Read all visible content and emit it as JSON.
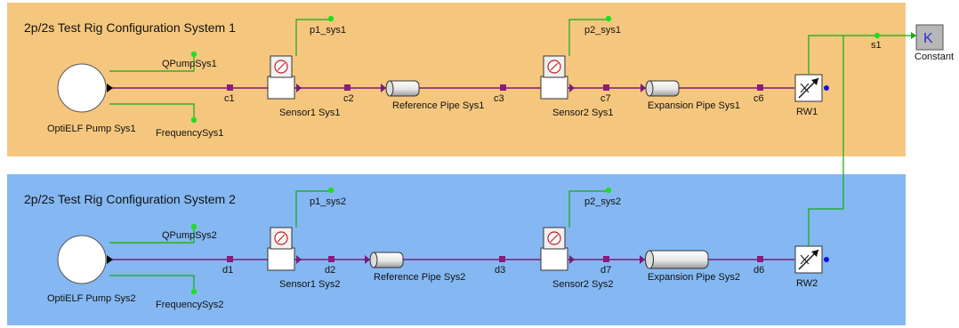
{
  "systems": [
    {
      "title": "2p/2s Test Rig Configuration System 1",
      "background": "#f5c77e",
      "pump_label": "OptiELF Pump Sys1",
      "q_label": "QPumpSys1",
      "freq_label": "FrequencySys1",
      "sensor1_label": "Sensor1 Sys1",
      "sensor1_signal": "p1_sys1",
      "sensor2_label": "Sensor2 Sys1",
      "sensor2_signal": "p2_sys1",
      "ref_pipe_label": "Reference Pipe Sys1",
      "exp_pipe_label": "Expansion Pipe Sys1",
      "valve_label": "RW1",
      "connectors": [
        "c1",
        "c2",
        "c3",
        "c7",
        "c6"
      ]
    },
    {
      "title": "2p/2s Test Rig Configuration System 2",
      "background": "#85b8f2",
      "pump_label": "OptiELF Pump Sys2",
      "q_label": "QPumpSys2",
      "freq_label": "FrequencySys2",
      "sensor1_label": "Sensor1 Sys2",
      "sensor1_signal": "p1_sys2",
      "sensor2_label": "Sensor2 Sys2",
      "sensor2_signal": "p2_sys2",
      "ref_pipe_label": "Reference Pipe Sys2",
      "exp_pipe_label": "Expansion Pipe Sys2",
      "valve_label": "RW2",
      "connectors": [
        "d1",
        "d2",
        "d3",
        "d7",
        "d6"
      ]
    }
  ],
  "constant": {
    "symbol": "K",
    "label": "Constant",
    "signal": "s1"
  },
  "colors": {
    "wire": "#7a1a7a",
    "signal": "#11aa11",
    "node": "#8b1a7a",
    "dot": "#22dd22"
  }
}
